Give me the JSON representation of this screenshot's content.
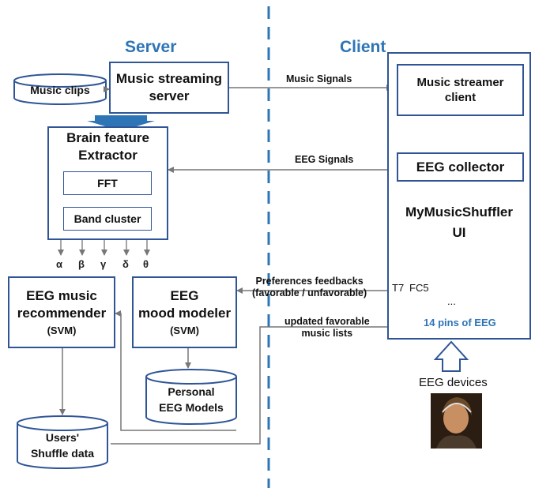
{
  "headings": {
    "server": "Server",
    "client": "Client"
  },
  "nodes": {
    "music_clips": "Music clips",
    "music_streaming_server": [
      "Music streaming",
      "server"
    ],
    "brain_feature_extractor": [
      "Brain feature",
      "Extractor"
    ],
    "fft": "FFT",
    "band_cluster": "Band cluster",
    "eeg_music_recommender": [
      "EEG music",
      "recommender",
      "(SVM)"
    ],
    "eeg_mood_modeler": [
      "EEG",
      "mood modeler",
      "(SVM)"
    ],
    "personal_eeg_models": [
      "Personal",
      "EEG Models"
    ],
    "users_shuffle_data": [
      "Users'",
      "Shuffle data"
    ],
    "music_streamer_client": [
      "Music streamer",
      "client"
    ],
    "eeg_collector": "EEG collector",
    "mymusicshuffler_ui": [
      "MyMusicShuffler",
      "UI"
    ],
    "eeg_devices": "EEG devices"
  },
  "bands": [
    "α",
    "β",
    "γ",
    "δ",
    "θ"
  ],
  "edges": {
    "music_signals": "Music Signals",
    "eeg_signals": "EEG Signals",
    "preferences_feedbacks": [
      "Preferences feedbacks",
      "(favorable / unfavorable)"
    ],
    "updated_lists": [
      "updated favorable",
      "music lists"
    ]
  },
  "pins": {
    "t7": "T7",
    "fc5": "FC5",
    "ellipsis": "...",
    "caption": "14 pins of EEG"
  },
  "colors": {
    "accent_blue": "#2e75b6",
    "border_blue": "#2f5597",
    "arrow_gray": "#888888"
  }
}
